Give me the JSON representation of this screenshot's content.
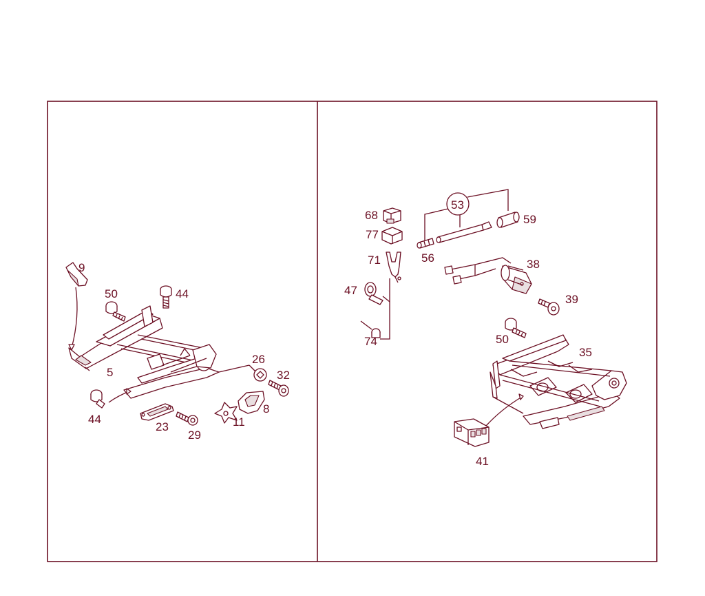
{
  "diagram": {
    "left_panel": {
      "labels": {
        "p9": "9",
        "p50": "50",
        "p44a": "44",
        "p5": "5",
        "p26": "26",
        "p32": "32",
        "p44b": "44",
        "p23": "23",
        "p29": "29",
        "p11": "11",
        "p8": "8"
      }
    },
    "right_panel": {
      "labels": {
        "p53": "53",
        "p68": "68",
        "p77": "77",
        "p71": "71",
        "p59": "59",
        "p56": "56",
        "p38": "38",
        "p47": "47",
        "p39": "39",
        "p74": "74",
        "p50": "50",
        "p35": "35",
        "p41": "41"
      }
    },
    "colors": {
      "line": "#6b0f23",
      "background": "#ffffff"
    }
  }
}
